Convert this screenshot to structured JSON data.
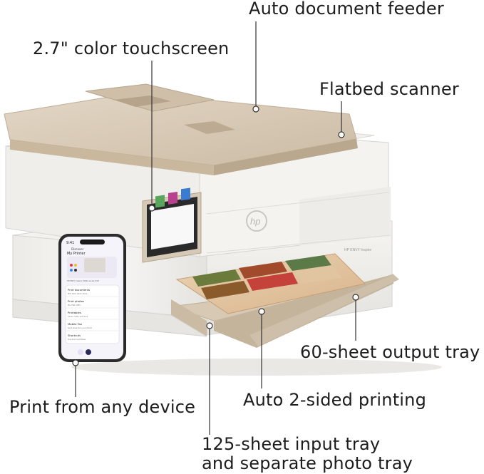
{
  "callouts": {
    "adf": "Auto document feeder",
    "touchscreen": "2.7\" color touchscreen",
    "flatbed": "Flatbed scanner",
    "output_tray": "60-sheet output tray",
    "duplex": "Auto 2-sided printing",
    "any_device": "Print from any device",
    "input_tray_line1": "125-sheet input tray",
    "input_tray_line2": "and separate photo tray"
  },
  "printer": {
    "brand": "hp",
    "model_plate": "HP ENVY Inspire"
  },
  "phone": {
    "status_time": "9:41",
    "back_label": "Discover",
    "app_title": "My Printer",
    "app_subtitle": "HP ENVY Inspire 7900e series Print",
    "menu_items": [
      {
        "label": "Print documents",
        "sub": "PDF, DOC, Word, Excel..."
      },
      {
        "label": "Print photos",
        "sub": "JPG, PNG, HEIC..."
      },
      {
        "label": "Printables",
        "sub": "Cards, crafts, and more"
      },
      {
        "label": "Mobile Fax",
        "sub": "Send faxes from your phone"
      },
      {
        "label": "Shortcuts",
        "sub": "One-touch workflows"
      }
    ]
  },
  "colors": {
    "body_white": "#f3f2ef",
    "lid_beige": "#d9cbb6",
    "accent_tray": "#cbbba4",
    "screen_dark": "#2a2a2a"
  }
}
